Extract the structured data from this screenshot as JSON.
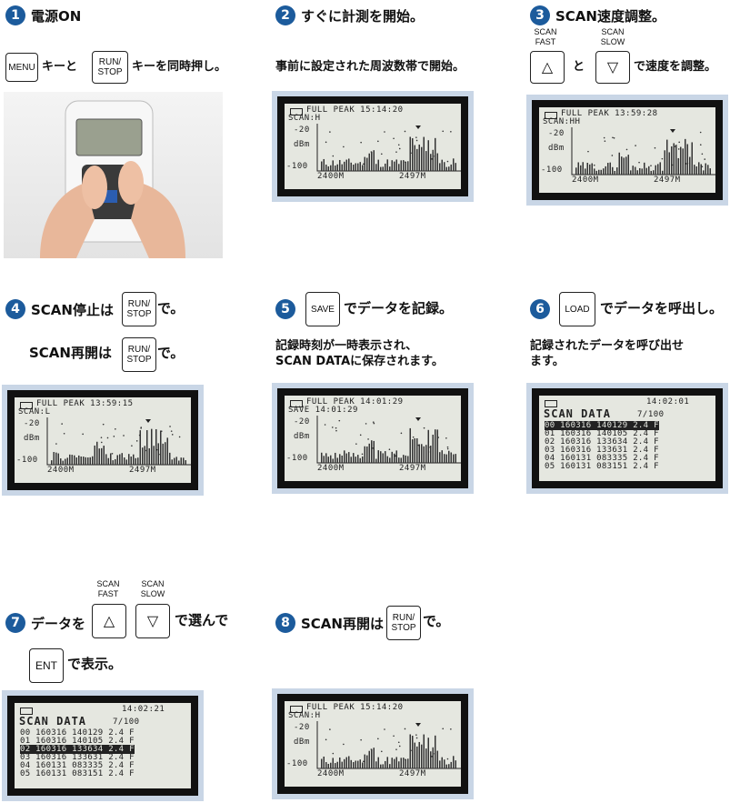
{
  "step1": {
    "num": "1",
    "title": "電源ON",
    "key_menu": "MENU",
    "text_a": "キーと",
    "key_run": "RUN/\nSTOP",
    "text_b": "キーを同時押し。"
  },
  "step2": {
    "num": "2",
    "title": "すぐに計測を開始。",
    "desc": "事前に設定された周波数帯で開始。"
  },
  "step3": {
    "num": "3",
    "title": "SCAN速度調整。",
    "fast_label": "SCAN\nFAST",
    "slow_label": "SCAN\nSLOW",
    "up_symbol": "△",
    "down_symbol": "▽",
    "and": "と",
    "tail": "で速度を調整。"
  },
  "step4": {
    "num": "4",
    "line1_a": "SCAN停止は",
    "line1_b": "で。",
    "line2_a": "SCAN再開は",
    "line2_b": "で。",
    "key_run": "RUN/\nSTOP"
  },
  "step5": {
    "num": "5",
    "key_save": "SAVE",
    "title": "でデータを記録。",
    "desc1": "記録時刻が一時表示され、",
    "desc2": "SCAN DATAに保存されます。"
  },
  "step6": {
    "num": "6",
    "key_load": "LOAD",
    "title": "でデータを呼出し。",
    "desc1": "記録されたデータを呼び出せ",
    "desc2": "ます。"
  },
  "step7": {
    "num": "7",
    "title_a": "データを",
    "title_b": "で選んで",
    "fast_label": "SCAN\nFAST",
    "slow_label": "SCAN\nSLOW",
    "up_symbol": "△",
    "down_symbol": "▽",
    "key_ent": "ENT",
    "tail": "で表示。"
  },
  "step8": {
    "num": "8",
    "title_a": "SCAN再開は",
    "title_b": "で。",
    "key_run": "RUN/\nSTOP"
  },
  "screens": {
    "s2": {
      "header": "FULL PEAK 15:14:20",
      "scan": "SCAN:H",
      "ytop": "-20",
      "yunit": "dBm",
      "ybot": "-100",
      "xleft": "2400M",
      "xright": "2497M"
    },
    "s3": {
      "header": "FULL PEAK 13:59:28",
      "scan": "SCAN:HH",
      "ytop": "-20",
      "yunit": "dBm",
      "ybot": "-100",
      "xleft": "2400M",
      "xright": "2497M"
    },
    "s4": {
      "header": "FULL PEAK 13:59:15",
      "scan": "SCAN:L",
      "ytop": "-20",
      "yunit": "dBm",
      "ybot": "-100",
      "xleft": "2400M",
      "xright": "2497M"
    },
    "s5": {
      "header": "FULL PEAK 14:01:29",
      "scan": "SAVE 14:01:29",
      "ytop": "-20",
      "yunit": "dBm",
      "ybot": "-100",
      "xleft": "2400M",
      "xright": "2497M"
    },
    "s6": {
      "time": "14:02:01",
      "title": "SCAN DATA",
      "count": "7/100",
      "rows": [
        "00 160316 140129 2.4 F",
        "01 160316 140105 2.4 F",
        "02 160316 133634 2.4 F",
        "03 160316 133631 2.4 F",
        "04 160131 083335 2.4 F",
        "05 160131 083151 2.4 F"
      ]
    },
    "s7": {
      "time": "14:02:21",
      "title": "SCAN DATA",
      "count": "7/100",
      "rows": [
        "00 160316 140129 2.4 F",
        "01 160316 140105 2.4 F",
        "02 160316 133634 2.4 F",
        "03 160316 133631 2.4 F",
        "04 160131 083335 2.4 F",
        "05 160131 083151 2.4 F"
      ]
    },
    "s8": {
      "header": "FULL PEAK 15:14:20",
      "scan": "SCAN:H",
      "ytop": "-20",
      "yunit": "dBm",
      "ybot": "-100",
      "xleft": "2400M",
      "xright": "2497M"
    }
  }
}
